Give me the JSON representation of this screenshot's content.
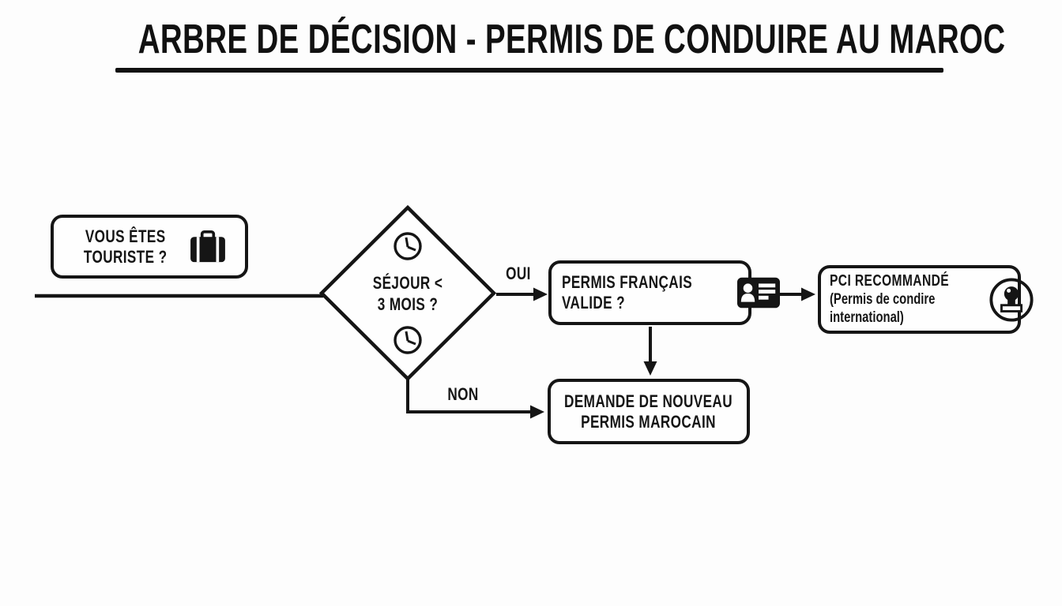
{
  "title": {
    "text": "ARBRE DE DÉCISION - PERMIS DE CONDUIRE AU MAROC"
  },
  "nodes": {
    "tourist": {
      "line1": "VOUS ÊTES",
      "line2": "TOURISTE ?",
      "icon": "suitcase-icon"
    },
    "decision": {
      "line1": "SÉJOUR <",
      "line2": "3 MOIS ?",
      "icon": "clock-icon"
    },
    "permis": {
      "line1": "PERMIS FRANÇAIS",
      "line2": "VALIDE ?",
      "icon": "id-card-icon"
    },
    "pci": {
      "line1": "PCI RECOMMANDÉ",
      "line2": "(Permis de condire",
      "line3": "international)",
      "icon": "stamp-icon"
    },
    "demande": {
      "line1": "DEMANDE DE NOUVEAU",
      "line2": "PERMIS MAROCAIN"
    }
  },
  "edges": {
    "oui": "OUI",
    "non": "NON"
  },
  "colors": {
    "ink": "#151515",
    "background": "#fdfdfd"
  }
}
